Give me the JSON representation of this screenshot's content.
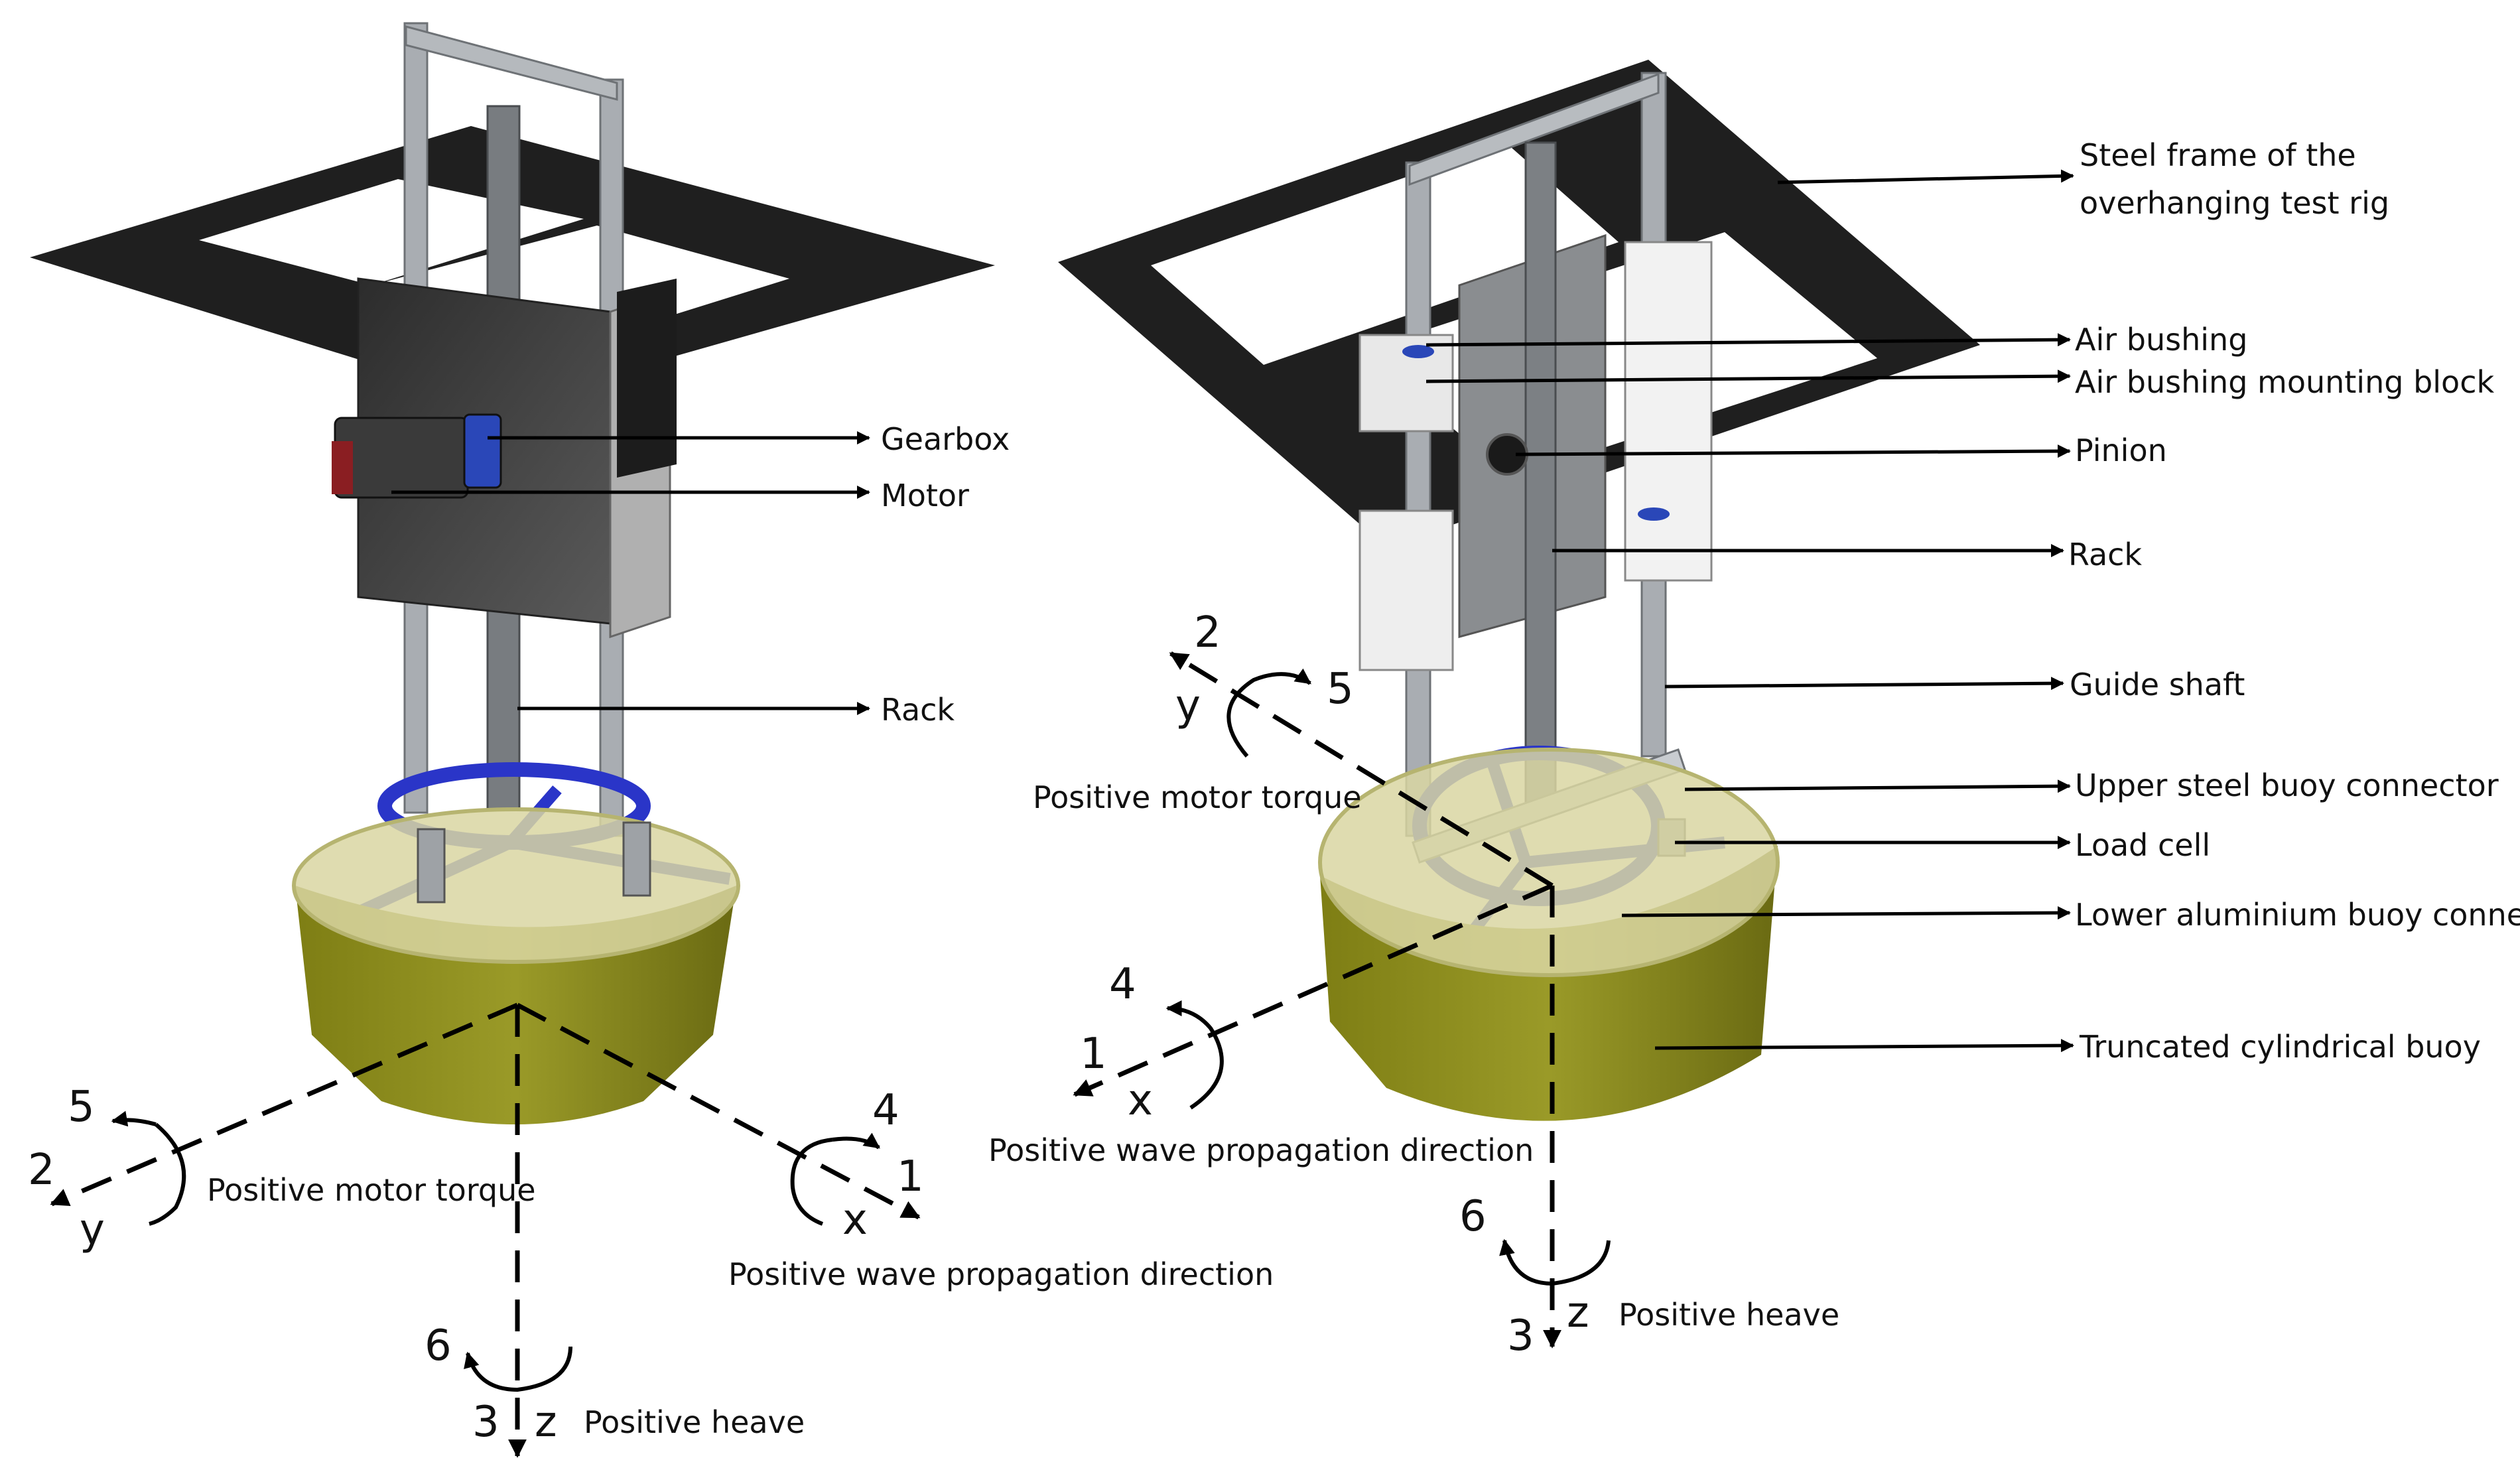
{
  "left_labels": {
    "gearbox": "Gearbox",
    "motor": "Motor",
    "rack": "Rack"
  },
  "left_axes": {
    "y_num_a": "5",
    "y_num_b": "2",
    "y_letter": "y",
    "y_caption": "Positive motor torque",
    "x_num_a": "4",
    "x_num_b": "1",
    "x_letter": "x",
    "x_caption": "Positive wave propagation direction",
    "z_num_a": "6",
    "z_num_b": "3",
    "z_letter": "z",
    "z_caption": "Positive heave"
  },
  "right_labels": {
    "frame_line1": "Steel frame of the",
    "frame_line2": "overhanging test rig",
    "air_bushing": "Air bushing",
    "air_bushing_block": "Air bushing mounting block",
    "pinion": "Pinion",
    "rack": "Rack",
    "guide_shaft": "Guide shaft",
    "upper_connector": "Upper steel buoy connector",
    "load_cell": "Load cell",
    "lower_connector": "Lower aluminium buoy connector",
    "buoy": "Truncated cylindrical buoy"
  },
  "right_axes": {
    "y_num_a": "2",
    "y_letter": "y",
    "y_num_b": "5",
    "y_caption": "Positive motor torque",
    "x_num_a": "4",
    "x_num_b": "1",
    "x_letter": "x",
    "x_caption": "Positive wave propagation direction",
    "z_num_a": "6",
    "z_num_b": "3",
    "z_letter": "z",
    "z_caption": "Positive heave"
  },
  "colors": {
    "frame": "#1e1e1e",
    "plate": "#4a4a4a",
    "rail": "#a8acb0",
    "blue_ring": "#2a35c8",
    "buoy": "#8a8a1e",
    "buoy_rim": "#d8d49a",
    "block": "#eeeeee"
  }
}
